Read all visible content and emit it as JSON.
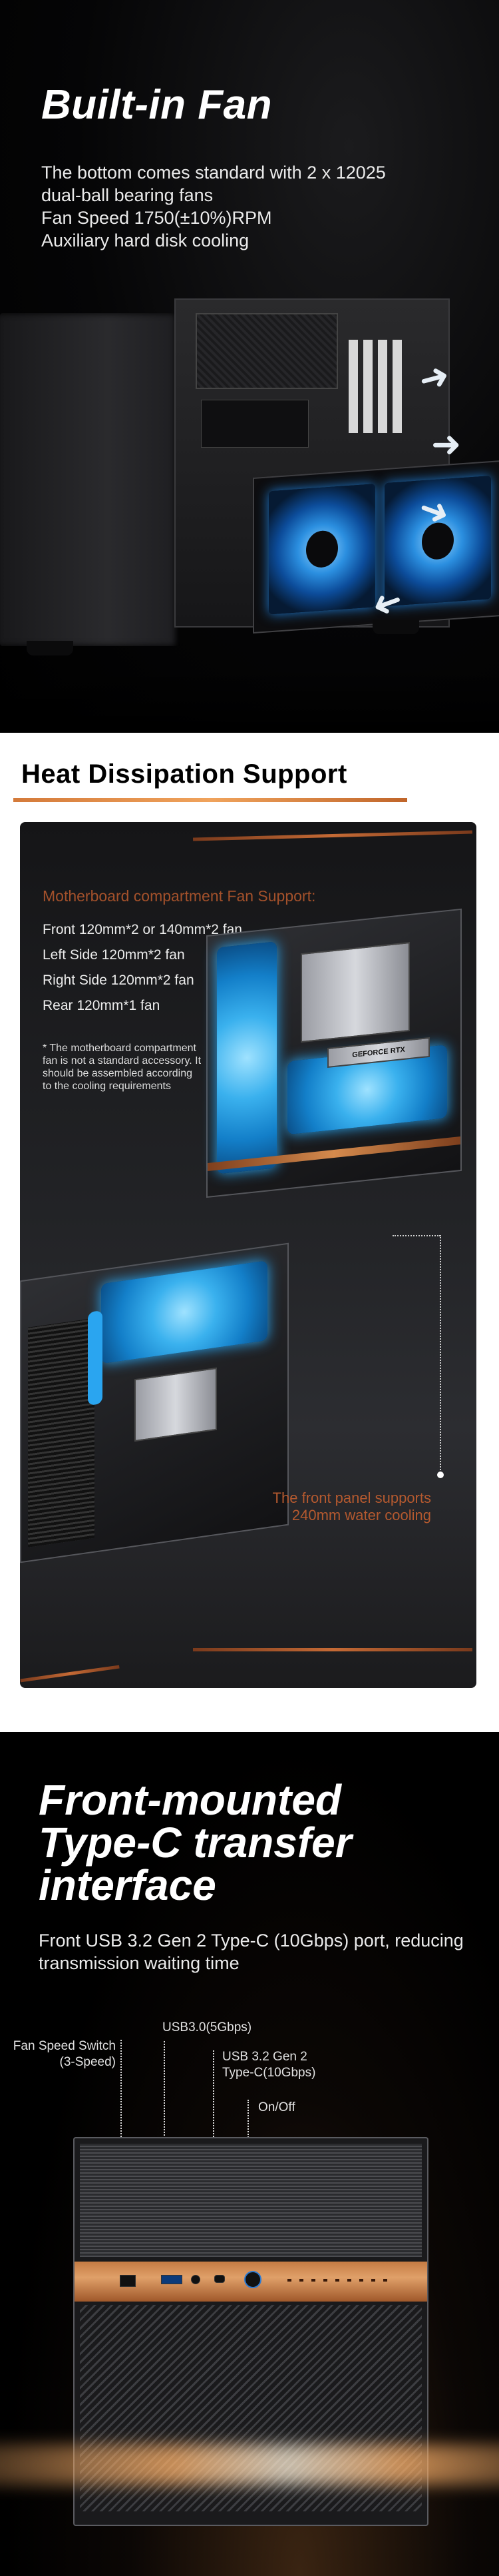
{
  "builtin_fan": {
    "title": "Built-in Fan",
    "lines": [
      "The bottom comes standard with 2 x 12025",
      "dual-ball bearing fans",
      "Fan Speed 1750(±10%)RPM",
      "Auxiliary hard disk cooling"
    ]
  },
  "heat": {
    "title": "Heat Dissipation Support",
    "subhead": "Motherboard compartment Fan Support:",
    "specs": [
      "Front  120mm*2 or 140mm*2 fan",
      "Left Side  120mm*2 fan",
      "Right Side  120mm*2 fan",
      "Rear  120mm*1 fan"
    ],
    "note": "* The motherboard compartment fan is not a standard accessory. It should be assembled according to the cooling requirements",
    "caption": "The front panel supports 240mm water cooling",
    "gpu_label": "GEFORCE RTX"
  },
  "typec": {
    "title": "Front-mounted Type-C transfer interface",
    "desc": "Front USB 3.2 Gen 2 Type-C (10Gbps) port, reducing transmission waiting time",
    "labels": {
      "fan_switch": "Fan Speed Switch (3-Speed)",
      "usb30": "USB3.0(5Gbps)",
      "usb32": "USB 3.2 Gen 2 Type-C(10Gbps)",
      "onoff": "On/Off"
    }
  },
  "colors": {
    "accent": "#c56a35",
    "caption": "#b4592f",
    "fan_blue": "#2b8fe0"
  },
  "icons": [
    "arrow-right-icon",
    "fan-icon",
    "power-icon",
    "usb-port-icon"
  ]
}
